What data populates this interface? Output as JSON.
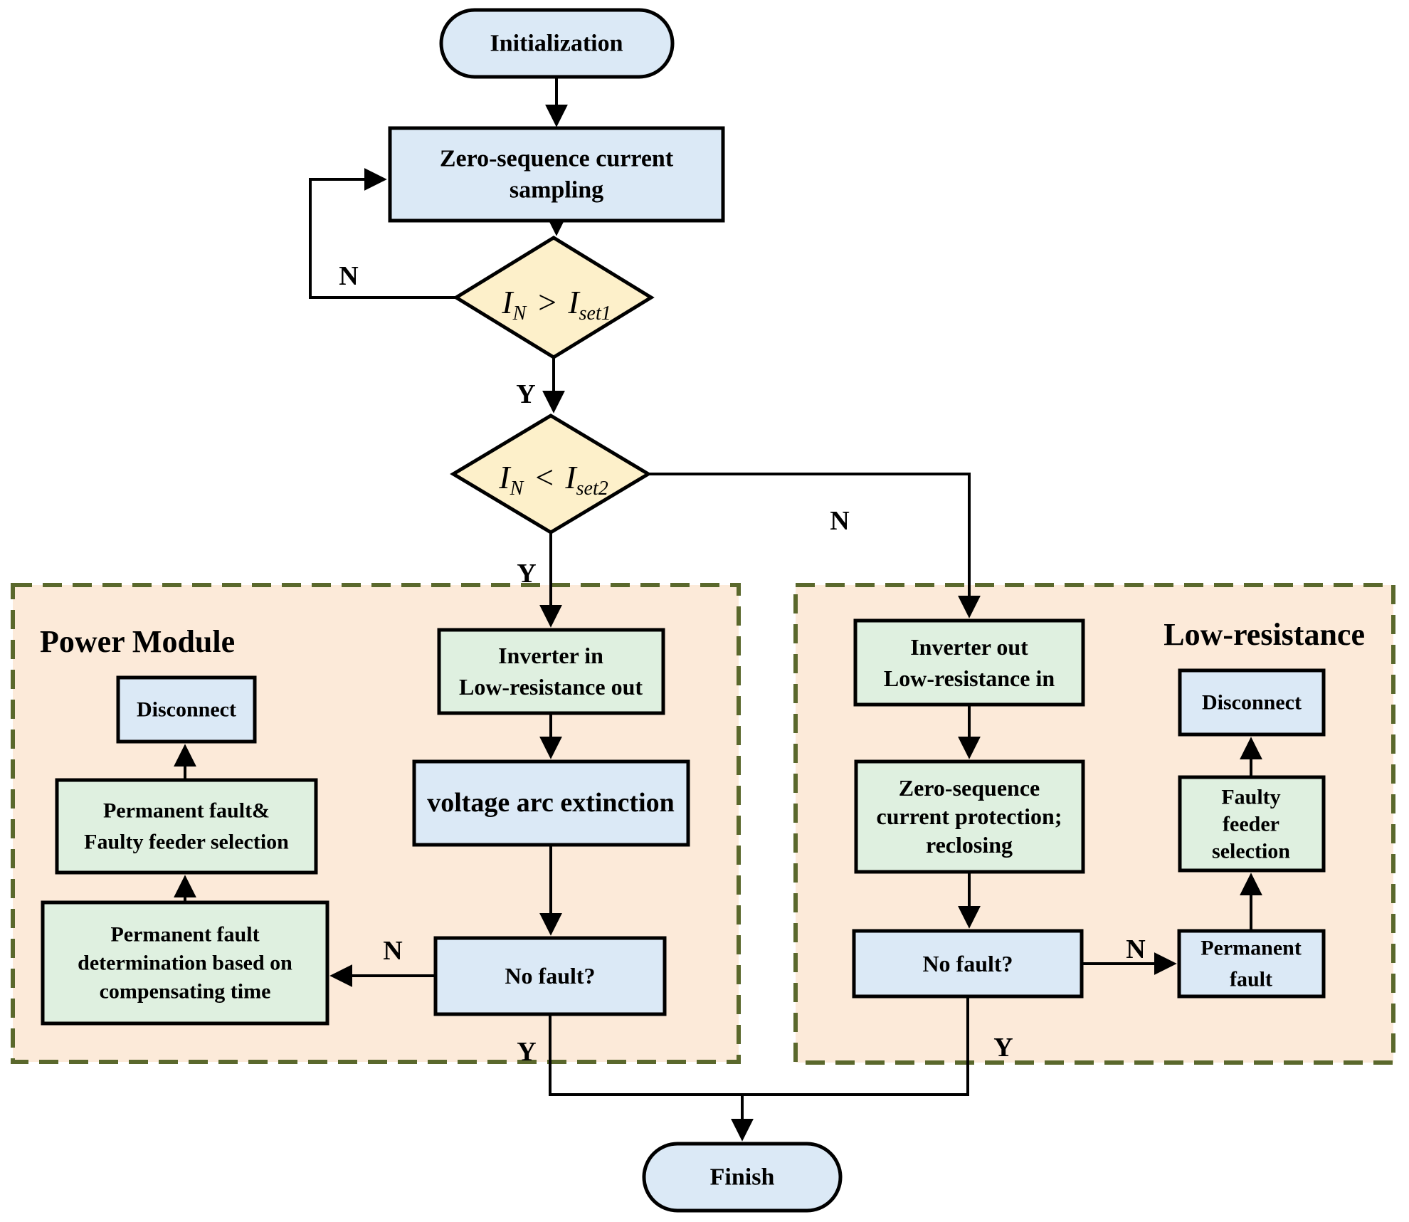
{
  "colors": {
    "node_blue": "#dbe9f6",
    "node_green": "#dff0e0",
    "decision_yellow": "#fdf0ca",
    "container_fill": "#fcead9",
    "container_border": "#5a682c",
    "line_black": "#000000"
  },
  "labels": {
    "yes": "Y",
    "no": "N"
  },
  "containers": {
    "left_title": "Power Module",
    "right_title": "Low-resistance"
  },
  "terminals": {
    "start": "Initialization",
    "end": "Finish"
  },
  "decisions": {
    "d1": {
      "lhs": "I",
      "lhs_sub": "N",
      "op": ">",
      "rhs": "I",
      "rhs_sub": "set1"
    },
    "d2": {
      "lhs": "I",
      "lhs_sub": "N",
      "op": "<",
      "rhs": "I",
      "rhs_sub": "set2"
    }
  },
  "process": {
    "sampling": {
      "line1": "Zero-sequence current",
      "line2": "sampling"
    },
    "inverter_in": {
      "line1": "Inverter in",
      "line2": "Low-resistance out"
    },
    "voltage_arc": "voltage arc extinction",
    "no_fault_left": "No fault?",
    "perm_fault_determination": {
      "line1": "Permanent fault",
      "line2": "determination based on",
      "line3": "compensating time"
    },
    "perm_fault_selection": {
      "line1": "Permanent fault&",
      "line2": "Faulty feeder selection"
    },
    "disconnect_left": "Disconnect",
    "inverter_out": {
      "line1": "Inverter out",
      "line2": "Low-resistance in"
    },
    "zero_seq_protection": {
      "line1": "Zero-sequence",
      "line2": "current protection;",
      "line3": "reclosing"
    },
    "no_fault_right": "No fault?",
    "perm_fault": {
      "line1": "Permanent",
      "line2": "fault"
    },
    "faulty_feeder": {
      "line1": "Faulty",
      "line2": "feeder",
      "line3": "selection"
    },
    "disconnect_right": "Disconnect"
  }
}
